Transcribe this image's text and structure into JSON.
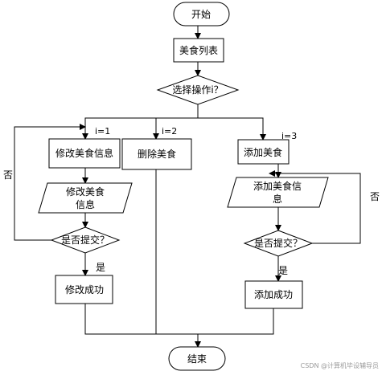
{
  "nodes": {
    "start": "开始",
    "food_list": "美食列表",
    "decision_op": "选择操作i？",
    "modify_food_info": "修改美食信息",
    "modify_food_info_io_line1": "修改美食",
    "modify_food_info_io_line2": "信息",
    "confirm_submit_left": "是否提交？",
    "modify_success": "修改成功",
    "delete_food": "删除美食",
    "add_food": "添加美食",
    "add_food_info_io_line1": "添加美食信",
    "add_food_info_io_line2": "息",
    "confirm_submit_right": "是否提交？",
    "add_success": "添加成功",
    "end": "结束"
  },
  "labels": {
    "branch_i1": "i=1",
    "branch_i2": "i=2",
    "branch_i3": "i=3",
    "no_left": "否",
    "yes_left": "是",
    "no_right": "否",
    "yes_right": "是"
  },
  "watermark": "CSDN @计算机毕设辅导员"
}
